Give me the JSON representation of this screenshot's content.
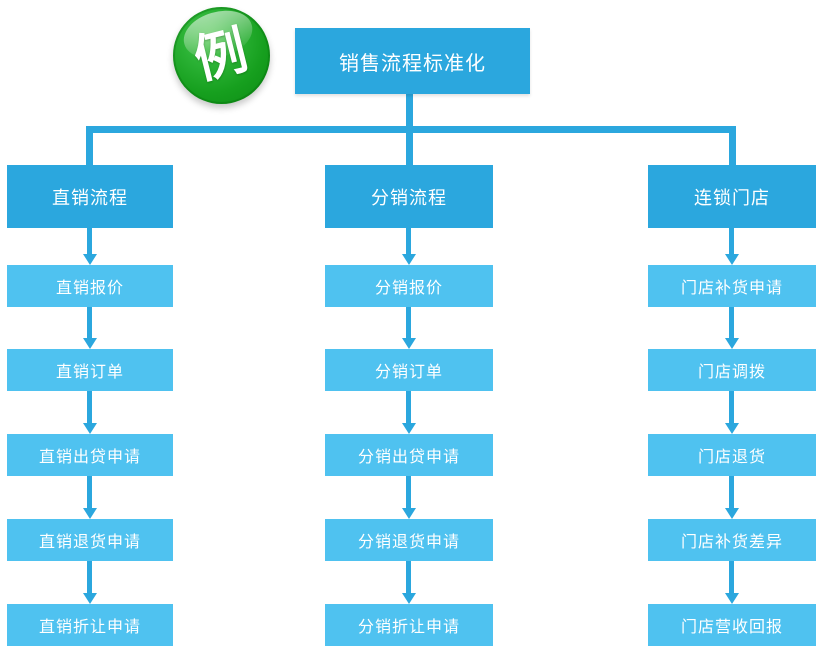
{
  "badge": {
    "label": "例"
  },
  "root": {
    "label": "销售流程标准化"
  },
  "columns": [
    {
      "header": "直销流程",
      "steps": [
        "直销报价",
        "直销订单",
        "直销出贷申请",
        "直销退货申请",
        "直销折让申请"
      ]
    },
    {
      "header": "分销流程",
      "steps": [
        "分销报价",
        "分销订单",
        "分销出贷申请",
        "分销退货申请",
        "分销折让申请"
      ]
    },
    {
      "header": "连锁门店",
      "steps": [
        "门店补货申请",
        "门店调拨",
        "门店退货",
        "门店补货差异",
        "门店营收回报"
      ]
    }
  ],
  "colors": {
    "header_blue": "#2BA7DE",
    "step_blue": "#4FC2F0",
    "connector_blue": "#2BA7DE",
    "badge_green": "#169F1E",
    "badge_green_dark": "#0C8A14",
    "text_white": "#FFFFFF"
  }
}
